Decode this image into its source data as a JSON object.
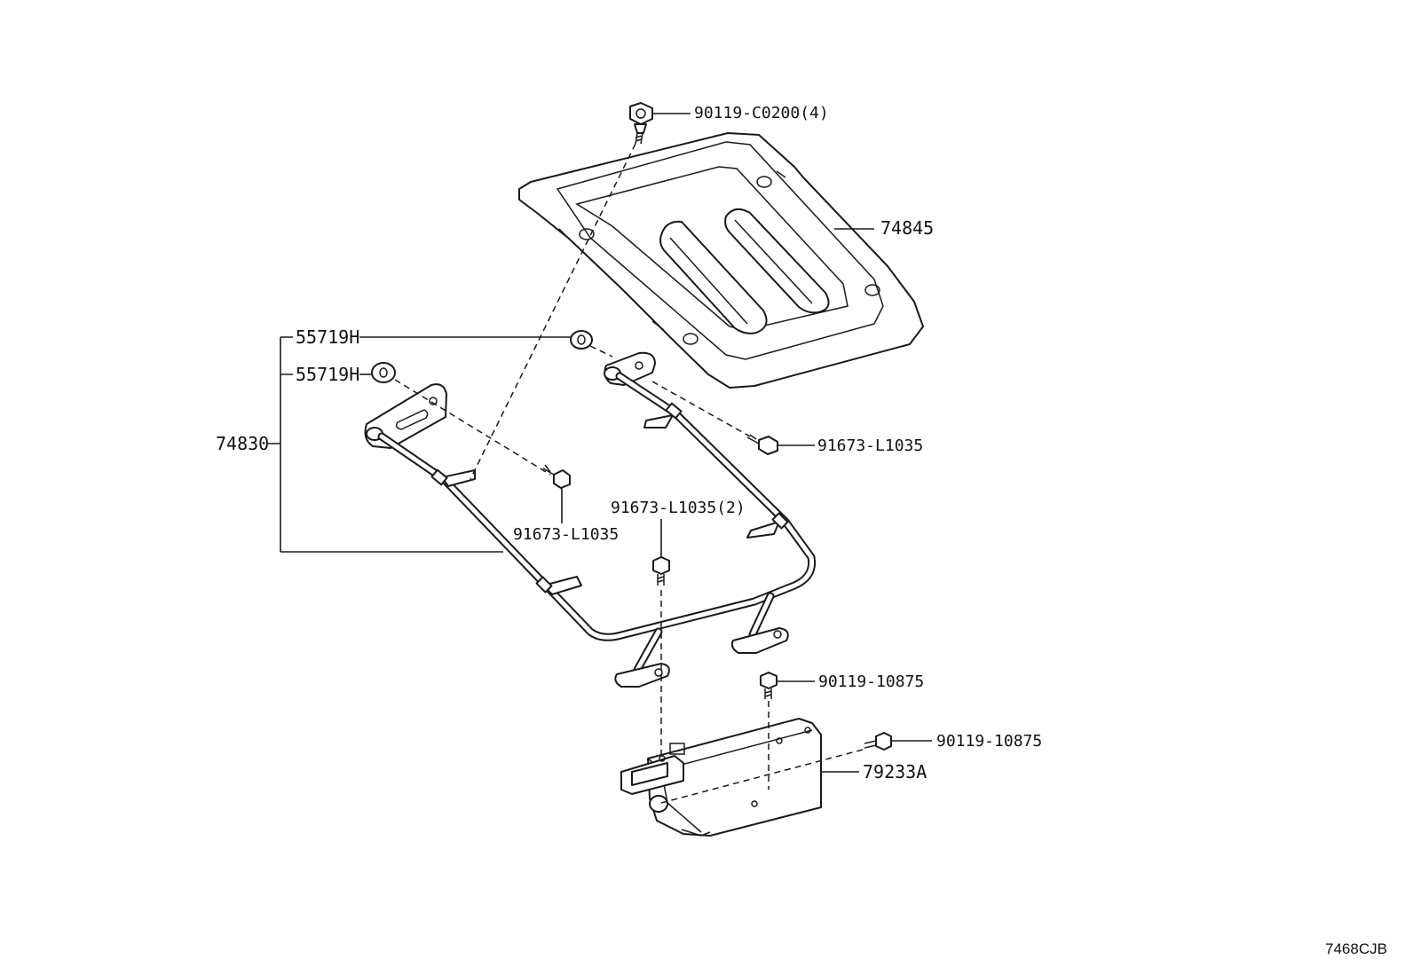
{
  "labels": {
    "bolt_top": "90119-C0200(4)",
    "cover_plate": "74845",
    "grommet_upper": "55719H",
    "grommet_lower": "55719H",
    "bracket_assembly": "74830",
    "bolt_right": "91673-L1035",
    "bolt_left": "91673-L1035",
    "bolt_center": "91673-L1035(2)",
    "bolt_mid_right": "90119-10875",
    "bolt_side": "90119-10875",
    "control_unit": "79233A"
  },
  "diagram_ref": "7468CJB"
}
